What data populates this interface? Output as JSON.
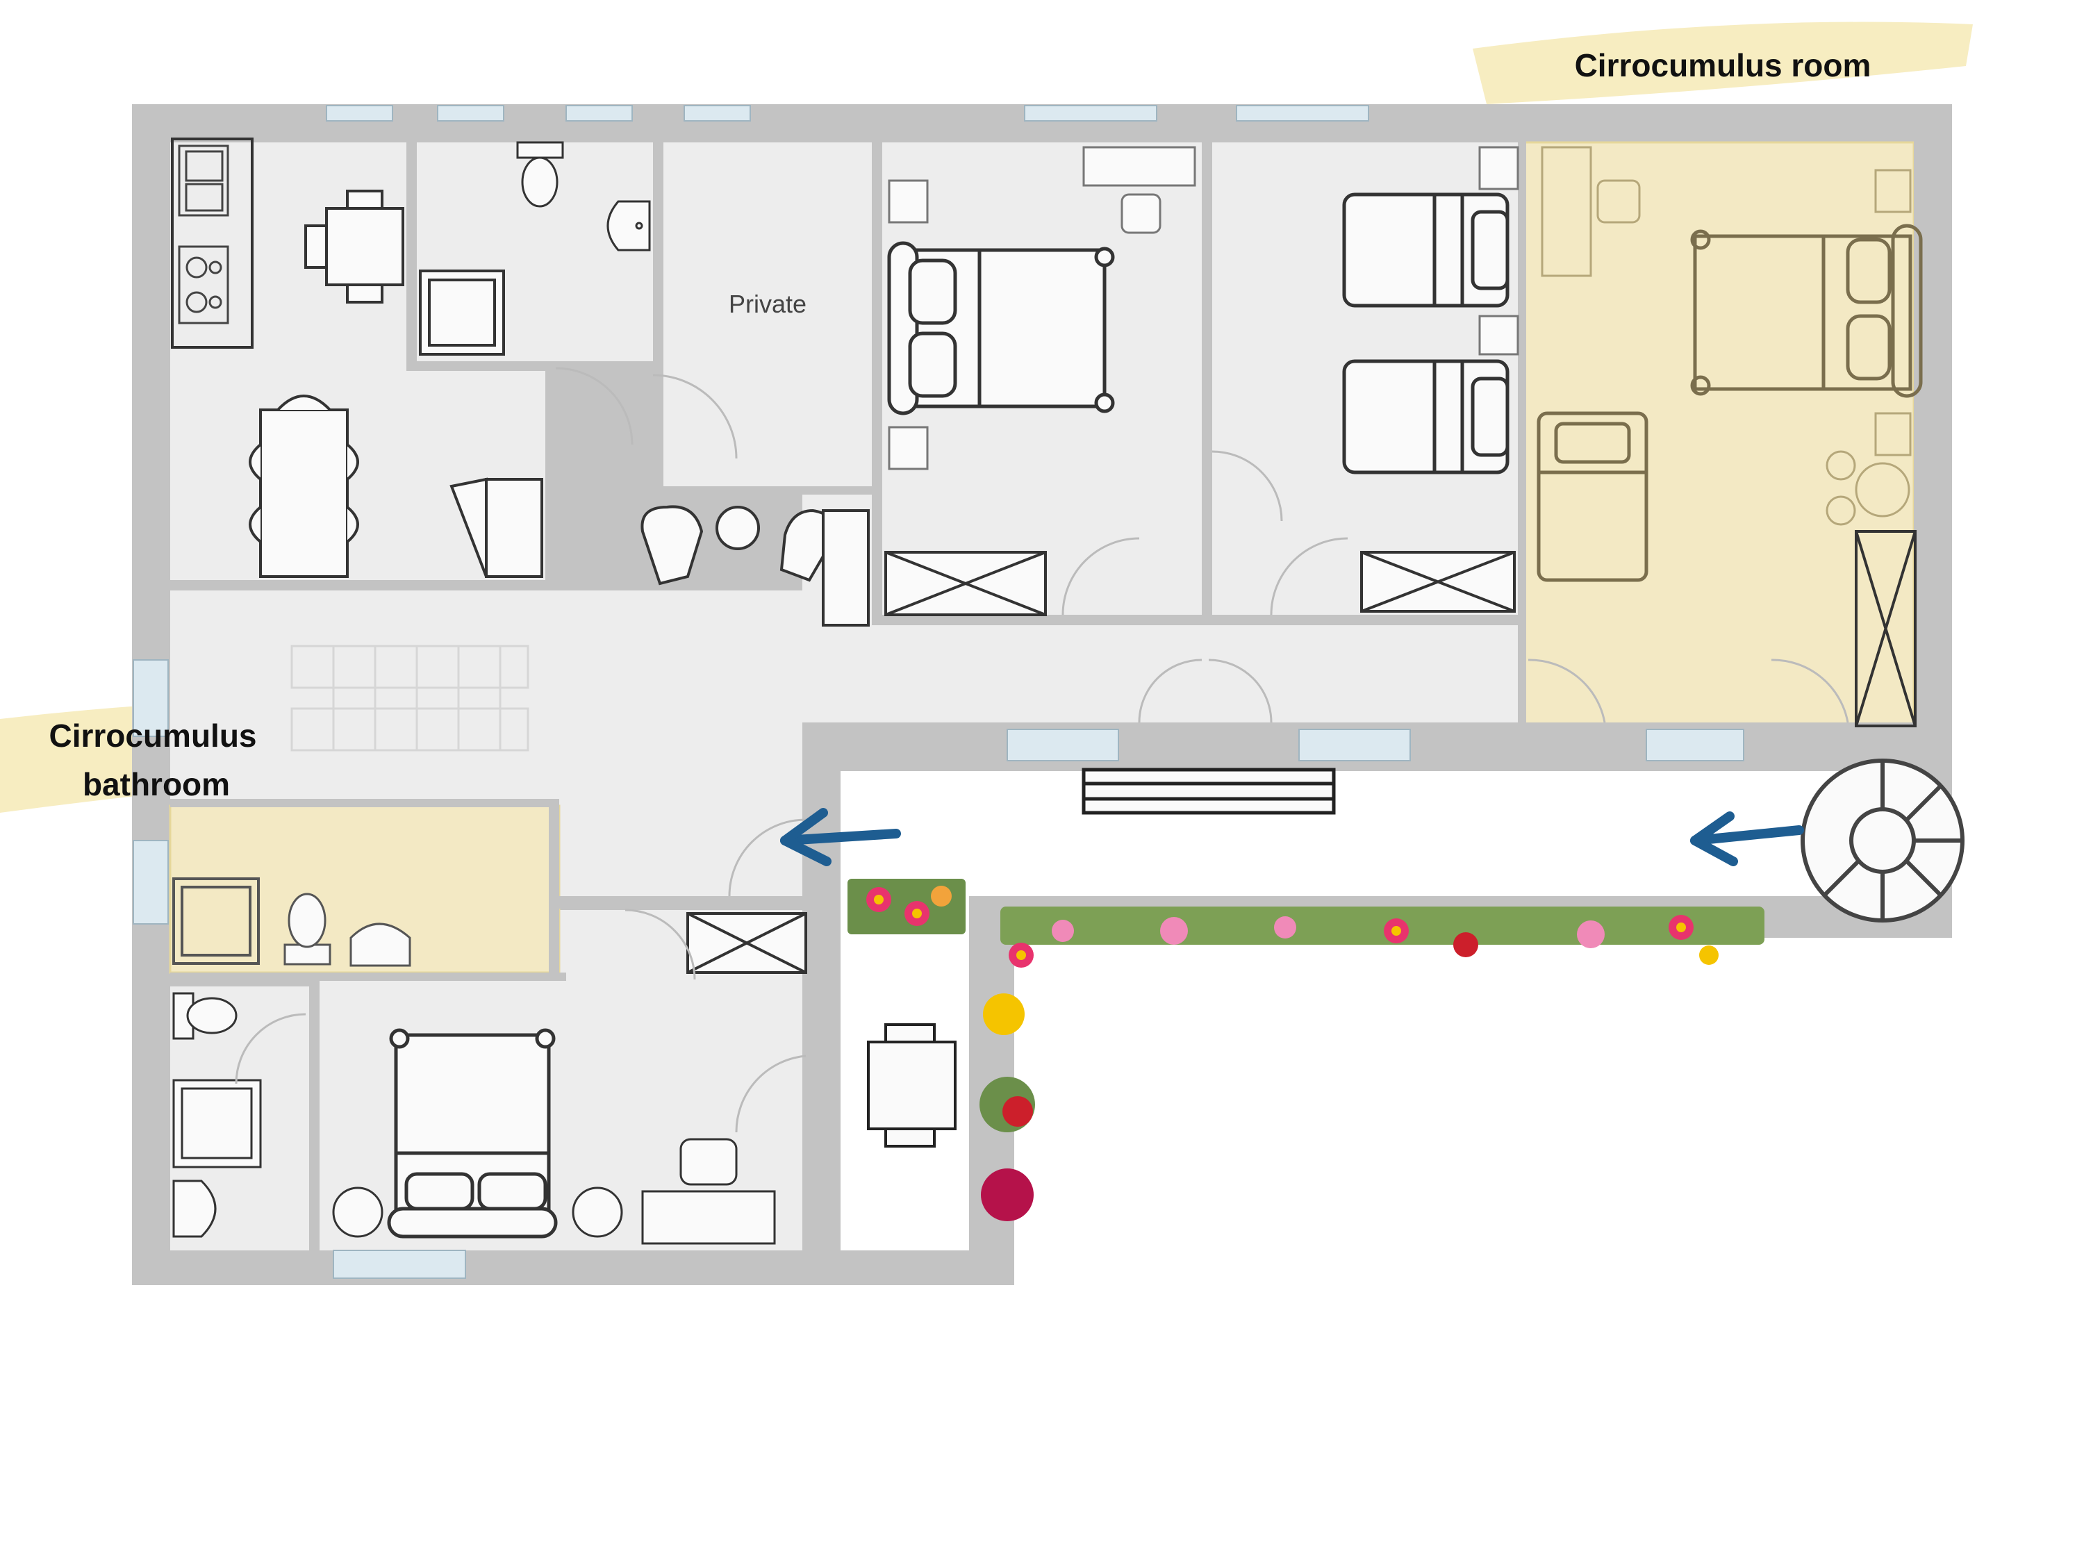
{
  "labels": {
    "room_highlight": "Cirrocumulus room",
    "bathroom_line1": "Cirrocumulus",
    "bathroom_line2": "bathroom",
    "private_room": "Private"
  },
  "colors": {
    "wall": "#c3c3c3",
    "floor": "#ededed",
    "highlight_fill": "#f3e9c4",
    "highlight_stroke": "#e6d79a",
    "arrow": "#1e5d91",
    "window": "#dce9f0",
    "marker": "#f6eab6"
  },
  "icons": [
    "kitchen-sink-icon",
    "stove-icon",
    "dining-table-icon",
    "toilet-icon",
    "washbasin-icon",
    "shower-icon",
    "double-bed-icon",
    "single-bed-icon",
    "wardrobe-icon",
    "armchair-icon",
    "spiral-staircase-icon",
    "bench-icon",
    "flower-planter-icon",
    "arrow-icon"
  ]
}
